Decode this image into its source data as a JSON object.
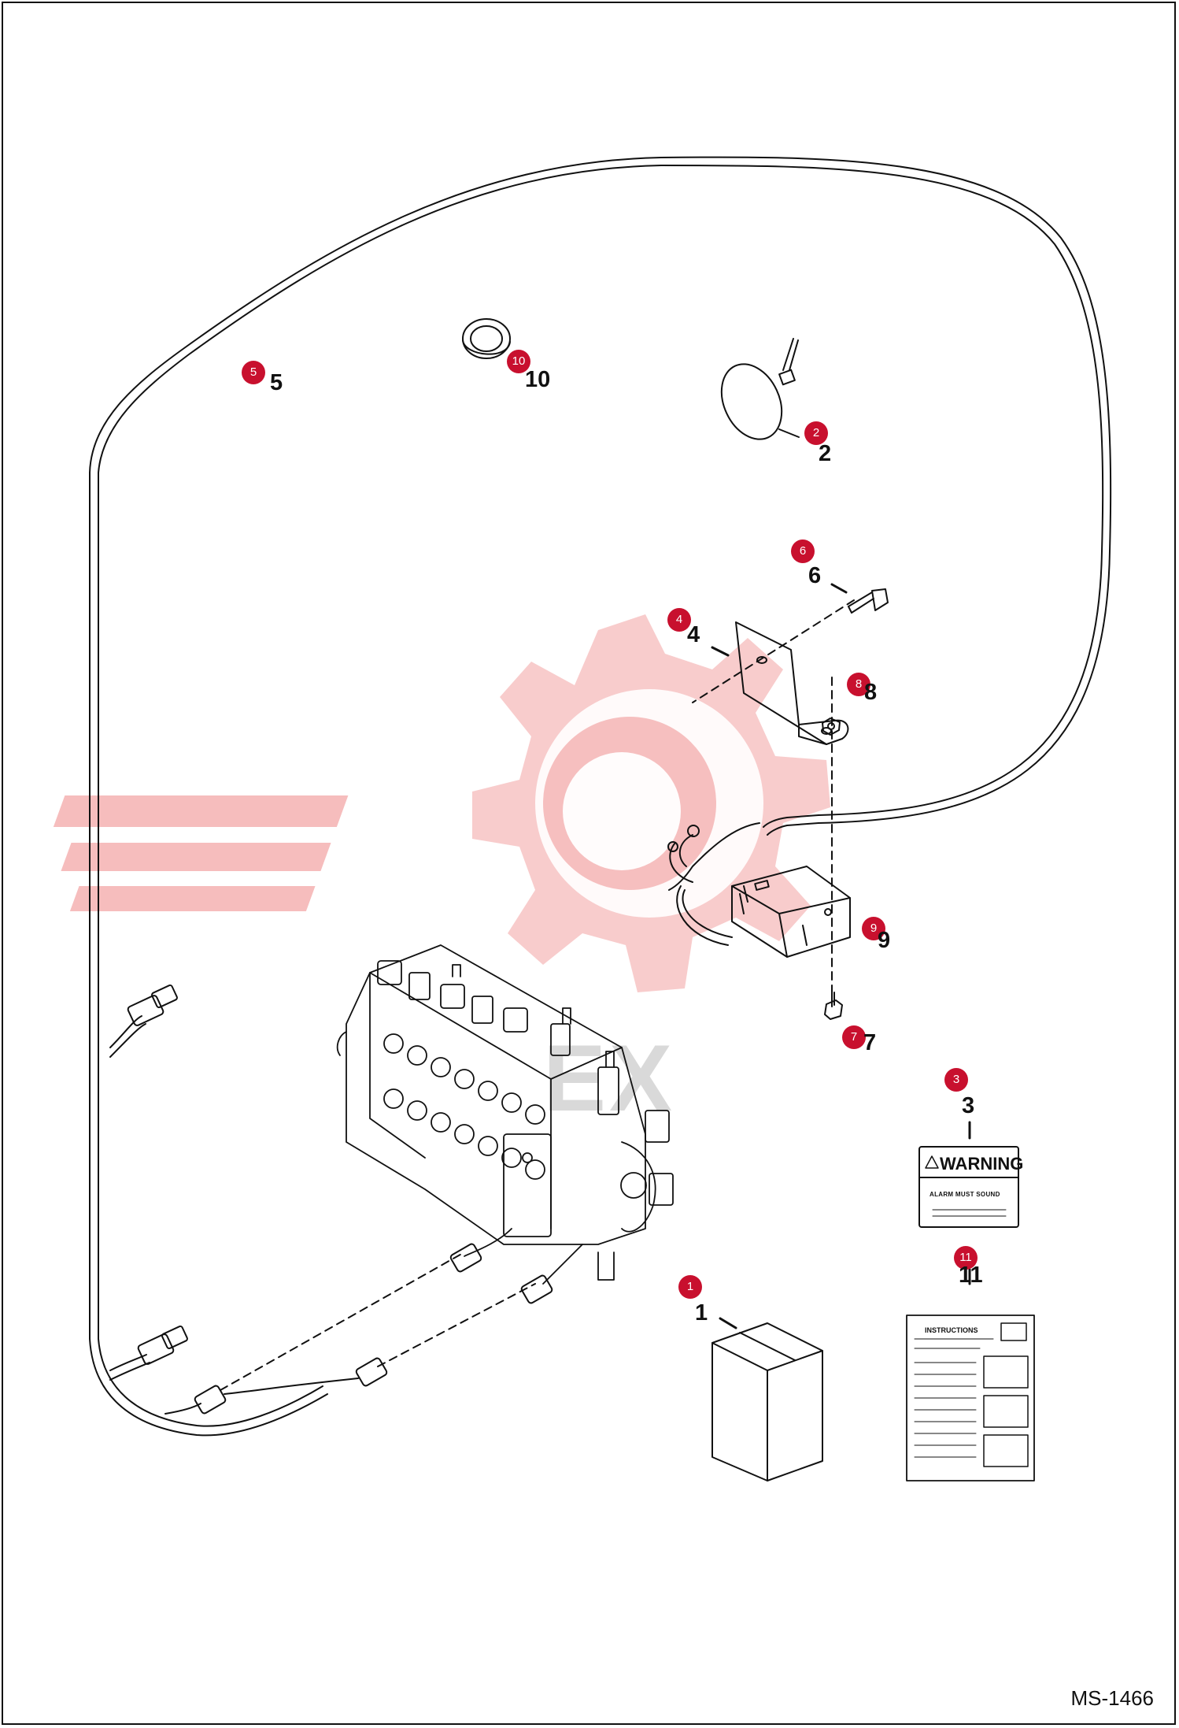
{
  "document_id": "MS-1466",
  "watermark": {
    "brand_text": "EX",
    "color": "#f4b6b6"
  },
  "colors": {
    "callout": "#c8102e",
    "line": "#111111"
  },
  "warning_decal": {
    "title": "WARNING",
    "text": "ALARM MUST SOUND"
  },
  "instructions_sheet": {
    "title": "INSTRUCTIONS"
  },
  "callouts": [
    {
      "id": 1,
      "label": "1",
      "part_number": "1"
    },
    {
      "id": 2,
      "label": "2",
      "part_number": "2"
    },
    {
      "id": 3,
      "label": "3",
      "part_number": "3"
    },
    {
      "id": 4,
      "label": "4",
      "part_number": "4"
    },
    {
      "id": 5,
      "label": "5",
      "part_number": "5"
    },
    {
      "id": 6,
      "label": "6",
      "part_number": "6"
    },
    {
      "id": 7,
      "label": "7",
      "part_number": "7"
    },
    {
      "id": 8,
      "label": "8",
      "part_number": "8"
    },
    {
      "id": 9,
      "label": "9",
      "part_number": "9"
    },
    {
      "id": 10,
      "label": "10",
      "part_number": "10"
    },
    {
      "id": 11,
      "label": "11",
      "part_number": "11"
    }
  ]
}
